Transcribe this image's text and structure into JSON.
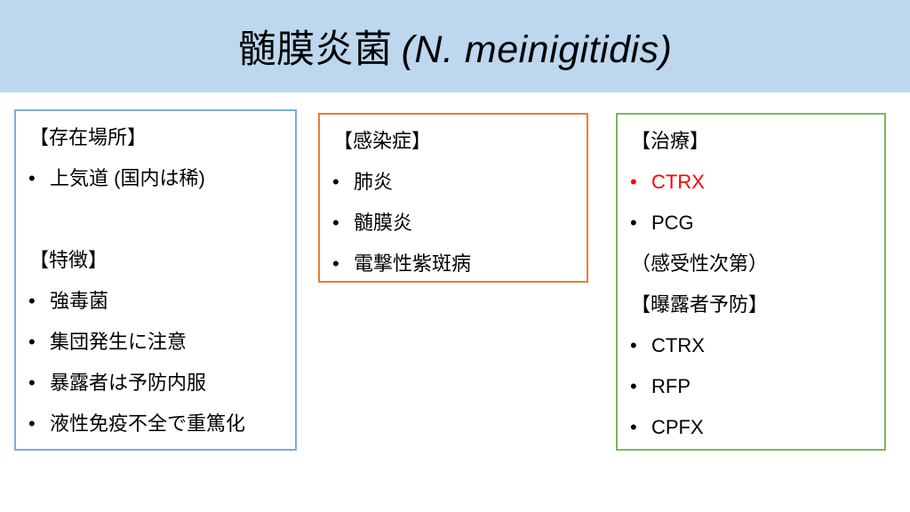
{
  "title": {
    "main": "髄膜炎菌",
    "latin": "(N. meinigitidis)"
  },
  "glyphs": {
    "bullet": "•"
  },
  "colors": {
    "header_bg": "#BDD7EE",
    "text": "#000000",
    "highlight_red": "#FF0000",
    "location_border": "#7FACDC",
    "infections_border": "#ED7D31",
    "treatment_border": "#7DB75C"
  },
  "boxes": {
    "location": {
      "border_color": "#7FACDC",
      "lines": [
        {
          "type": "heading",
          "text": "【存在場所】"
        },
        {
          "type": "bullet",
          "text": "上気道 (国内は稀)"
        },
        {
          "type": "spacer",
          "text": ""
        },
        {
          "type": "heading",
          "text": "【特徴】"
        },
        {
          "type": "bullet",
          "text": "強毒菌"
        },
        {
          "type": "bullet",
          "text": "集団発生に注意"
        },
        {
          "type": "bullet",
          "text": "暴露者は予防内服"
        },
        {
          "type": "bullet",
          "text": "液性免疫不全で重篤化"
        }
      ]
    },
    "infections": {
      "border_color": "#ED7D31",
      "lines": [
        {
          "type": "heading",
          "text": "【感染症】"
        },
        {
          "type": "bullet",
          "text": "肺炎"
        },
        {
          "type": "bullet",
          "text": "髄膜炎"
        },
        {
          "type": "bullet",
          "text": "電撃性紫斑病"
        }
      ]
    },
    "treatment": {
      "border_color": "#7DB75C",
      "lines": [
        {
          "type": "heading",
          "text": "【治療】"
        },
        {
          "type": "bullet",
          "text": "CTRX",
          "color": "#FF0000"
        },
        {
          "type": "bullet",
          "text": "PCG"
        },
        {
          "type": "plain",
          "text": "（感受性次第）"
        },
        {
          "type": "heading",
          "text": "【曝露者予防】"
        },
        {
          "type": "bullet",
          "text": "CTRX"
        },
        {
          "type": "bullet",
          "text": "RFP"
        },
        {
          "type": "bullet",
          "text": "CPFX"
        }
      ]
    }
  }
}
